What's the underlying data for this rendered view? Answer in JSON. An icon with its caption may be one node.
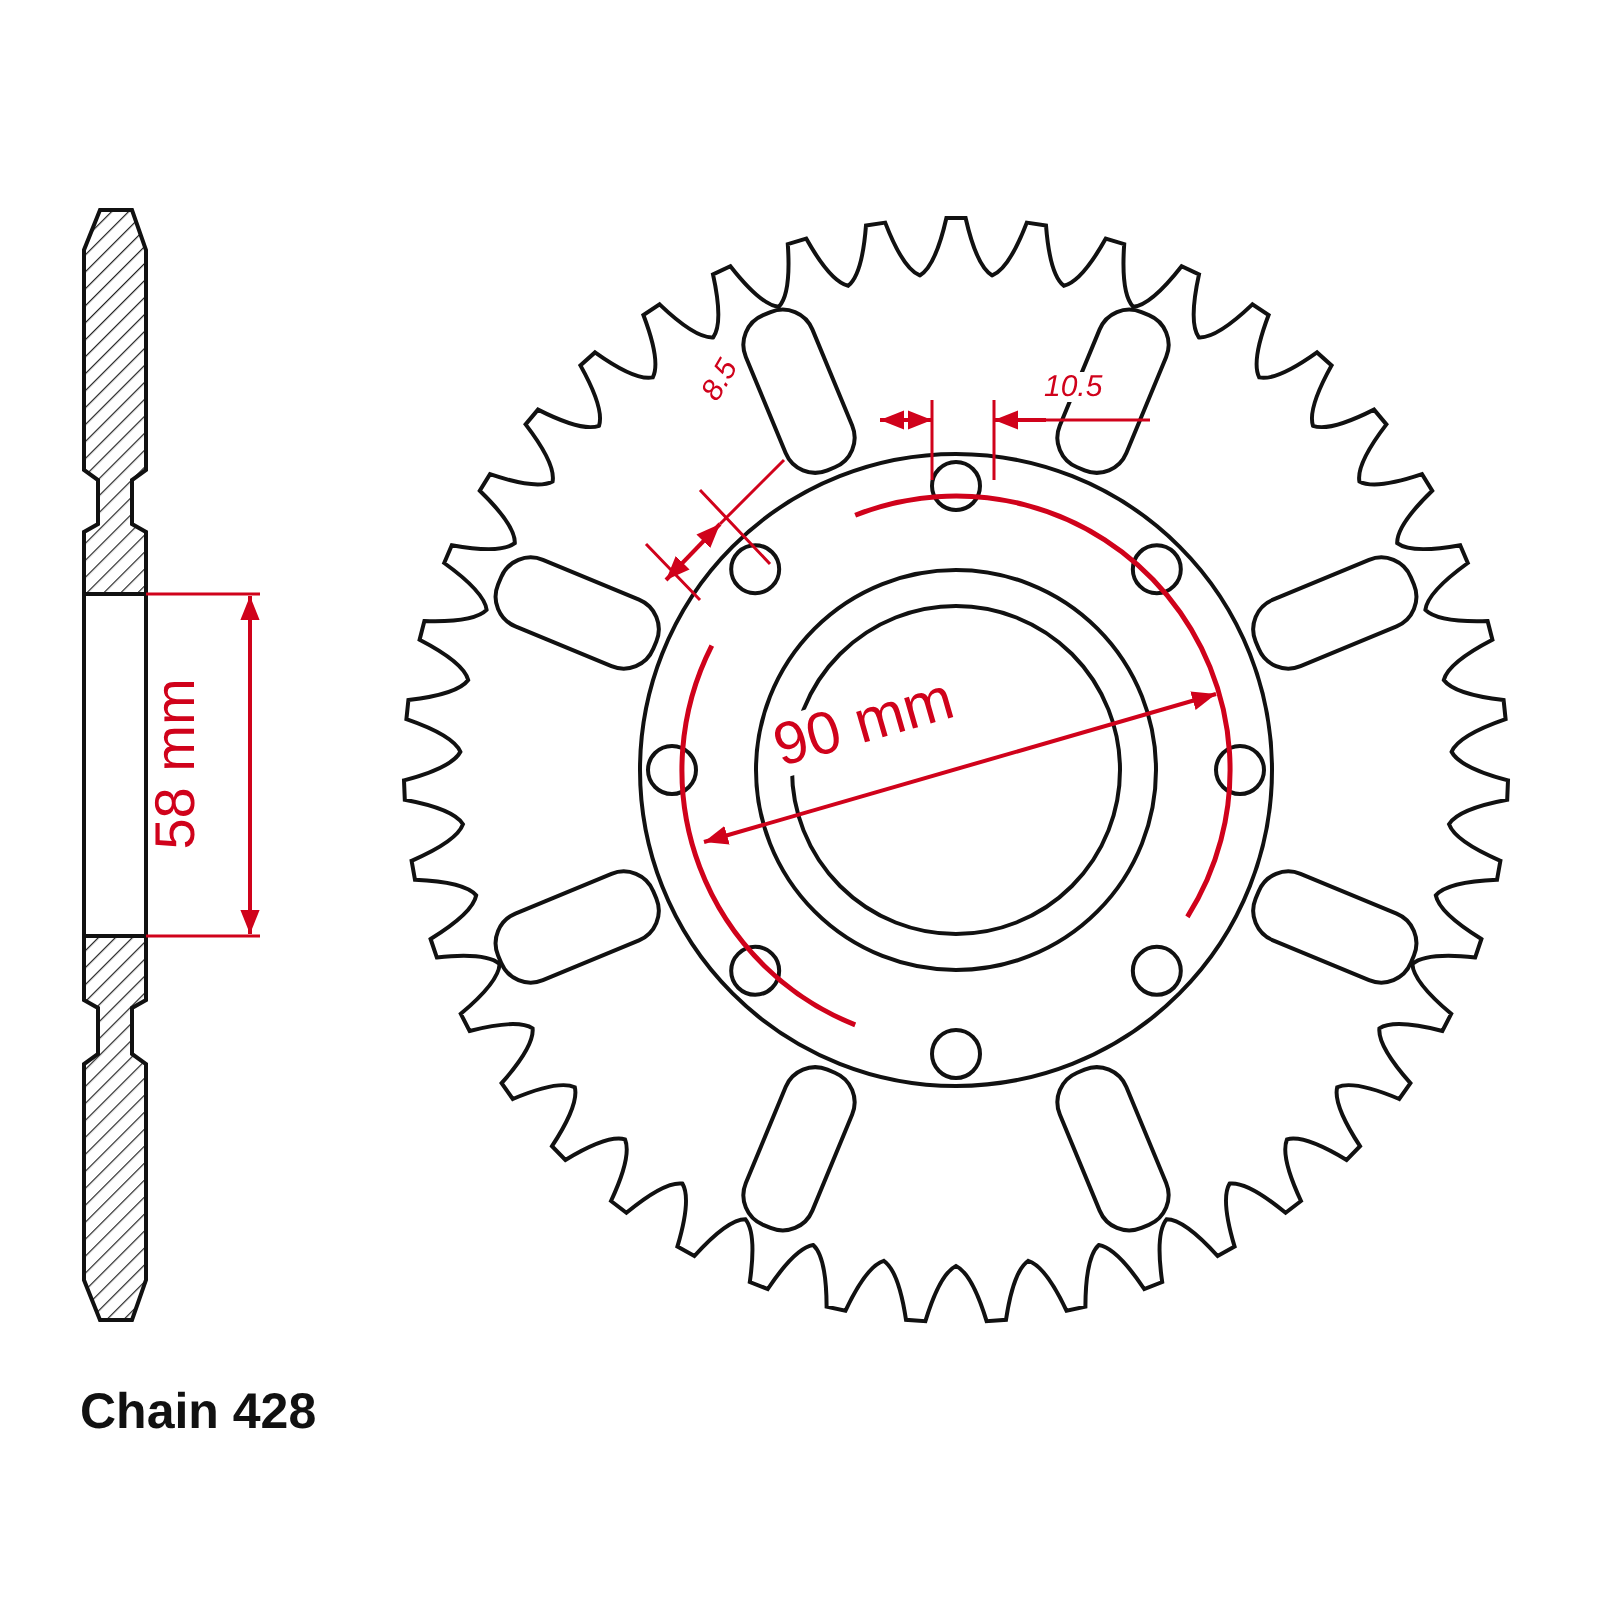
{
  "diagram": {
    "labels": [
      "8.5",
      "10.5",
      "58 mm",
      "90 mm",
      "Chain 428"
    ]
  }
}
